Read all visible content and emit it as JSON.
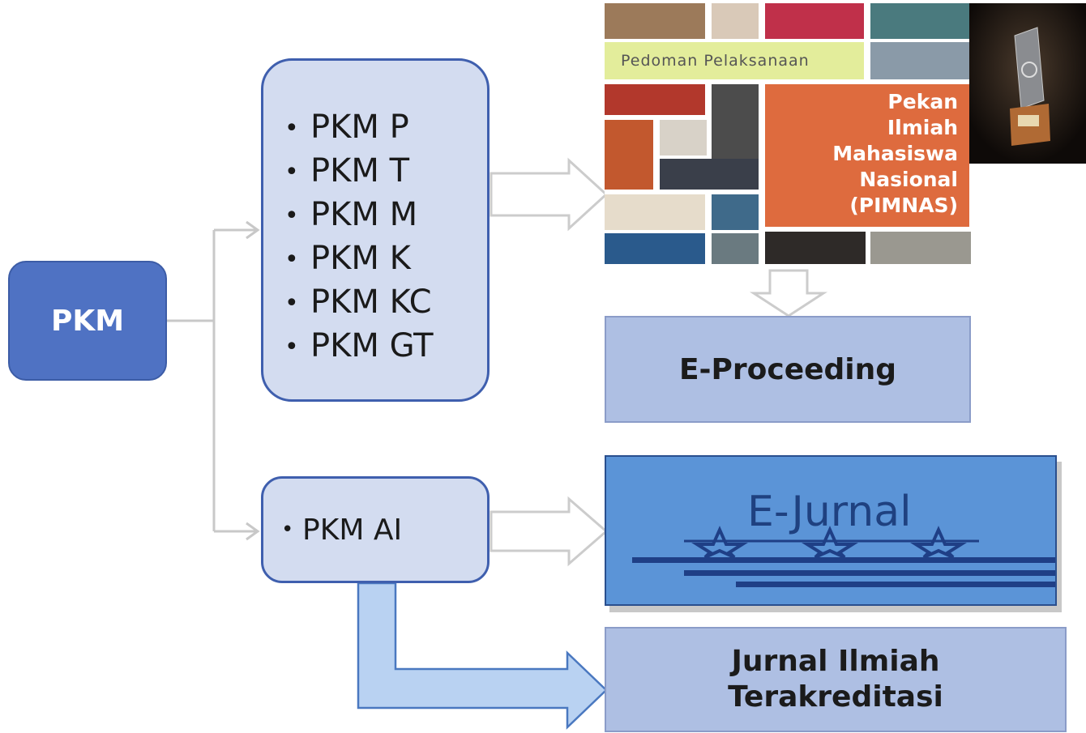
{
  "root": {
    "label": "PKM"
  },
  "pkm_list": {
    "items": [
      "PKM P",
      "PKM T",
      "PKM M",
      "PKM K",
      "PKM KC",
      "PKM GT"
    ]
  },
  "pkm_ai": {
    "label": "PKM AI"
  },
  "pimnas_cover": {
    "header": "Pedoman Pelaksanaan",
    "title_lines": [
      "Pekan",
      "Ilmiah",
      "Mahasiswa",
      "Nasional",
      "(PIMNAS)"
    ]
  },
  "outputs": {
    "e_proceeding": "E-Proceeding",
    "e_jurnal": "E-Jurnal",
    "jurnal_lines": [
      "Jurnal Ilmiah",
      "Terakreditasi"
    ]
  },
  "colors": {
    "root_fill": "#4f72c3",
    "list_fill": "#d3dcf0",
    "list_border": "#3f5fae",
    "output_fill": "#aebfe3",
    "ejurnal_fill": "#5b94d7",
    "cover_orange": "#de6b3e",
    "cover_band": "#e3ed9b"
  },
  "icons": [
    "star-icon",
    "trophy-icon",
    "hollow-arrow-icon"
  ]
}
